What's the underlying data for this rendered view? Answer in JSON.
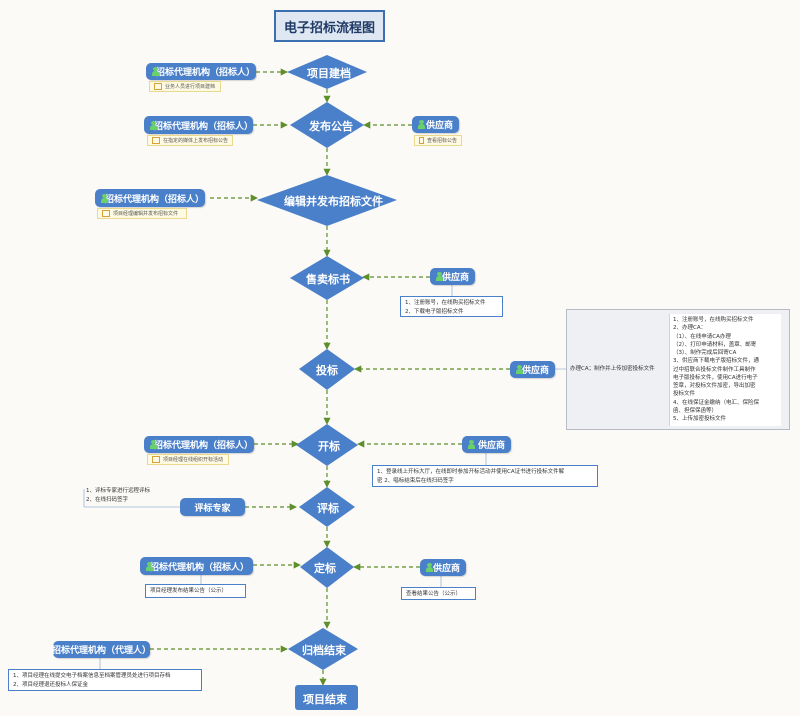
{
  "title": "电子招标流程图",
  "steps": {
    "s1": "项目建档",
    "s2": "发布公告",
    "s3": "编辑并发布招标文件",
    "s4": "售卖标书",
    "s5": "投标",
    "s6": "开标",
    "s7": "评标",
    "s8": "定标",
    "s9": "归档结束",
    "end": "项目结束"
  },
  "actors": {
    "agency1": "招标代理机构（招标人）",
    "agency2": "招标代理机构（招标人）",
    "agency3": "招标代理机构（招标人）",
    "agency6": "招标代理机构（招标人）",
    "agency8": "招标代理机构（招标人）",
    "agency9": "招标代理机构（代理人）",
    "supplier2": "供应商",
    "supplier4": "供应商",
    "supplier5": "供应商",
    "supplier6": "供应商",
    "supplier8": "供应商",
    "expert": "评标专家"
  },
  "notes": {
    "n1": "业务人员进行项目建档",
    "n2": "在指定的媒体上发布招标公告",
    "n2s": "查看招标公告",
    "n3": "项目经理编辑并发布招标文件",
    "n6": "项目经理在线组织开标活动",
    "n8": "项目经理发布结果公告（公示）",
    "n8s": "查看结果公告（公示）"
  },
  "sell_box": [
    "1、注册账号，在线购买招标文件",
    "2、下载电子版招标文件"
  ],
  "bid_box": {
    "label": "办理CA；制作并上传加密投标文件",
    "lines": [
      "1、注册账号，在线购买招标文件",
      "2、办理CA：",
      "（1）、在线申请CA办理",
      "（2）、打印申请材料，盖章、邮寄",
      "（3）、制作完成后回寄CA",
      "3、供应商下载电子版招标文件，通",
      "过中招联合投标文件制作工具制作",
      "电子版投标文件，使用CA进行电子",
      "签章，对投标文件加密，导出加密",
      "投标文件",
      "4、在线保证金缴纳（电汇、保险保",
      "函、担保保函等）",
      "5、上传加密投标文件"
    ]
  },
  "open_box": [
    "1、登录线上开标大厅，在线即时参加开标活动并使用CA证书进行投标文件解",
    "密 2、唱标结束后在线扫码签字"
  ],
  "eval_text": [
    "1、评标专家进行远程评标",
    "2、在线扫码签字"
  ],
  "archive_box": [
    "1、项目经理在线提交电子档案信息至档案管理员处进行项目存档",
    "2、项目经理退还投标人保证金"
  ],
  "colors": {
    "diamond": "#4a7fc9",
    "pill": "#4a7fc9",
    "arrow": "#5e8f2a",
    "title_border": "#3c6fb0",
    "title_fill": "#dfe7f3"
  }
}
